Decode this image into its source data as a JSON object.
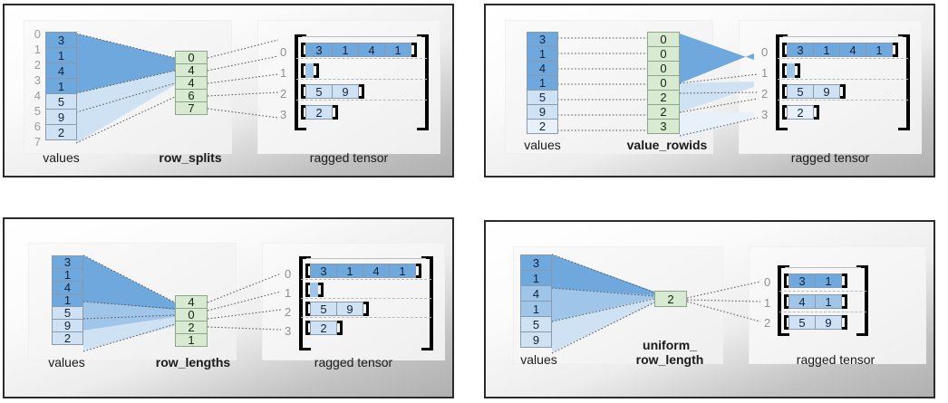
{
  "colors": {
    "blue_dark": "#6fa8dc",
    "blue_mid": "#9fc5e8",
    "blue_light": "#cfe2f3",
    "blue_lightest": "#e8f1fa",
    "green": "#d9ead3",
    "panel_border": "#2b2b2b",
    "index_gray": "#9b9b9b"
  },
  "panels": [
    {
      "id": "row-splits",
      "values_label": "values",
      "encoding_label": "row_splits",
      "tensor_label": "ragged tensor",
      "values": [
        3,
        1,
        4,
        1,
        5,
        9,
        2
      ],
      "value_shades": [
        "blue_dark",
        "blue_dark",
        "blue_dark",
        "blue_dark",
        "blue_light",
        "blue_light",
        "blue_light"
      ],
      "value_indices": [
        "0",
        "1",
        "2",
        "3",
        "4",
        "5",
        "6",
        "7"
      ],
      "encoding": [
        0,
        4,
        4,
        6,
        7
      ],
      "tensor_row_labels": [
        "0",
        "1",
        "2",
        "3"
      ],
      "tensor_rows": [
        [
          3,
          1,
          4,
          1
        ],
        [],
        [
          5,
          9
        ],
        [
          2
        ]
      ],
      "tensor_row_shades": [
        "blue_dark",
        "blue_dark",
        "blue_light",
        "blue_light"
      ]
    },
    {
      "id": "value-rowids",
      "values_label": "values",
      "encoding_label": "value_rowids",
      "tensor_label": "ragged tensor",
      "values": [
        3,
        1,
        4,
        1,
        5,
        9,
        2
      ],
      "value_shades": [
        "blue_dark",
        "blue_dark",
        "blue_dark",
        "blue_dark",
        "blue_light",
        "blue_light",
        "blue_lightest"
      ],
      "value_indices": [],
      "encoding": [
        0,
        0,
        0,
        0,
        2,
        2,
        3
      ],
      "tensor_row_labels": [
        "0",
        "1",
        "2",
        "3"
      ],
      "tensor_rows": [
        [
          3,
          1,
          4,
          1
        ],
        [],
        [
          5,
          9
        ],
        [
          2
        ]
      ],
      "tensor_row_shades": [
        "blue_dark",
        "blue_dark",
        "blue_light",
        "blue_light"
      ]
    },
    {
      "id": "row-lengths",
      "values_label": "values",
      "encoding_label": "row_lengths",
      "tensor_label": "ragged tensor",
      "values": [
        3,
        1,
        4,
        1,
        5,
        9,
        2
      ],
      "value_shades": [
        "blue_dark",
        "blue_dark",
        "blue_dark",
        "blue_dark",
        "blue_light",
        "blue_light",
        "blue_light"
      ],
      "value_indices": [],
      "encoding": [
        4,
        0,
        2,
        1
      ],
      "tensor_row_labels": [
        "0",
        "1",
        "2",
        "3"
      ],
      "tensor_rows": [
        [
          3,
          1,
          4,
          1
        ],
        [],
        [
          5,
          9
        ],
        [
          2
        ]
      ],
      "tensor_row_shades": [
        "blue_dark",
        "blue_dark",
        "blue_light",
        "blue_light"
      ]
    },
    {
      "id": "uniform-row-length",
      "values_label": "values",
      "encoding_label": "uniform_\nrow_length",
      "tensor_label": "ragged tensor",
      "values": [
        3,
        1,
        4,
        1,
        5,
        9
      ],
      "value_shades": [
        "blue_dark",
        "blue_dark",
        "blue_mid",
        "blue_mid",
        "blue_light",
        "blue_light"
      ],
      "value_indices": [],
      "encoding": [
        2
      ],
      "tensor_row_labels": [
        "0",
        "1",
        "2"
      ],
      "tensor_rows": [
        [
          3,
          1
        ],
        [
          4,
          1
        ],
        [
          5,
          9
        ]
      ],
      "tensor_row_shades": [
        "blue_dark",
        "blue_mid",
        "blue_light"
      ]
    }
  ]
}
